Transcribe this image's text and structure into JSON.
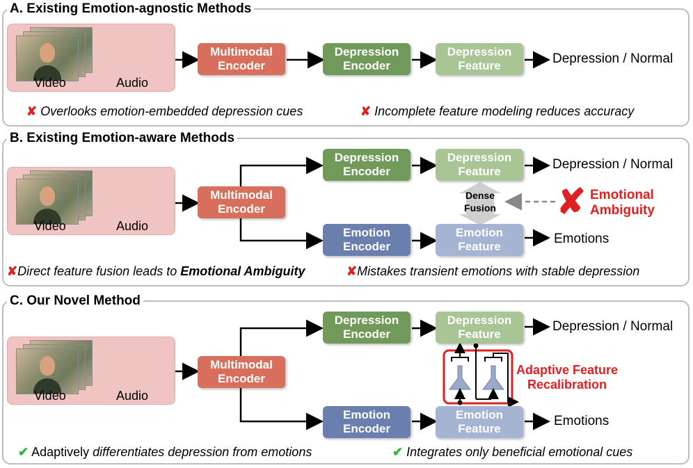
{
  "panelA": {
    "title": "A. Existing Emotion-agnostic Methods",
    "video_label": "Video",
    "audio_label": "Audio",
    "multimodal_line1": "Multimodal",
    "multimodal_line2": "Encoder",
    "dep_enc_line1": "Depression",
    "dep_enc_line2": "Encoder",
    "dep_feat_line1": "Depression",
    "dep_feat_line2": "Feature",
    "output": "Depression / Normal",
    "note1": "Overlooks emotion-embedded depression cues",
    "note2": "Incomplete feature modeling reduces accuracy"
  },
  "panelB": {
    "title": "B. Existing Emotion-aware Methods",
    "video_label": "Video",
    "audio_label": "Audio",
    "multimodal_line1": "Multimodal",
    "multimodal_line2": "Encoder",
    "dep_enc_line1": "Depression",
    "dep_enc_line2": "Encoder",
    "dep_feat_line1": "Depression",
    "dep_feat_line2": "Feature",
    "emo_enc_line1": "Emotion",
    "emo_enc_line2": "Encoder",
    "emo_feat_line1": "Emotion",
    "emo_feat_line2": "Feature",
    "output_dep": "Depression / Normal",
    "output_emo": "Emotions",
    "fusion_line1": "Dense",
    "fusion_line2": "Fusion",
    "ambiguity_line1": "Emotional",
    "ambiguity_line2": "Ambiguity",
    "note1_pre": "Direct feature fusion leads to ",
    "note1_bold": "Emotional Ambiguity",
    "note2": "Mistakes transient emotions with stable depression"
  },
  "panelC": {
    "title": "C. Our Novel Method",
    "video_label": "Video",
    "audio_label": "Audio",
    "multimodal_line1": "Multimodal",
    "multimodal_line2": "Encoder",
    "dep_enc_line1": "Depression",
    "dep_enc_line2": "Encoder",
    "dep_feat_line1": "Depression",
    "dep_feat_line2": "Feature",
    "emo_enc_line1": "Emotion",
    "emo_enc_line2": "Encoder",
    "emo_feat_line1": "Emotion",
    "emo_feat_line2": "Feature",
    "output_dep": "Depression / Normal",
    "output_emo": "Emotions",
    "afr_line1": "Adaptive Feature",
    "afr_line2": "Recalibration",
    "note1_pre": "Adaptively ",
    "note1_ital": "differentiates depression from emotions",
    "note2": "Integrates only beneficial emotional cues"
  },
  "colors": {
    "multimodal": "#d86f5c",
    "depression_encoder": "#71995a",
    "depression_feature": "#a9c495",
    "emotion_encoder": "#6b7fae",
    "emotion_feature": "#a6b4d3",
    "warning": "#e02020",
    "check": "#2fb52f"
  },
  "icons": {
    "cross": "✘",
    "check": "✔"
  }
}
